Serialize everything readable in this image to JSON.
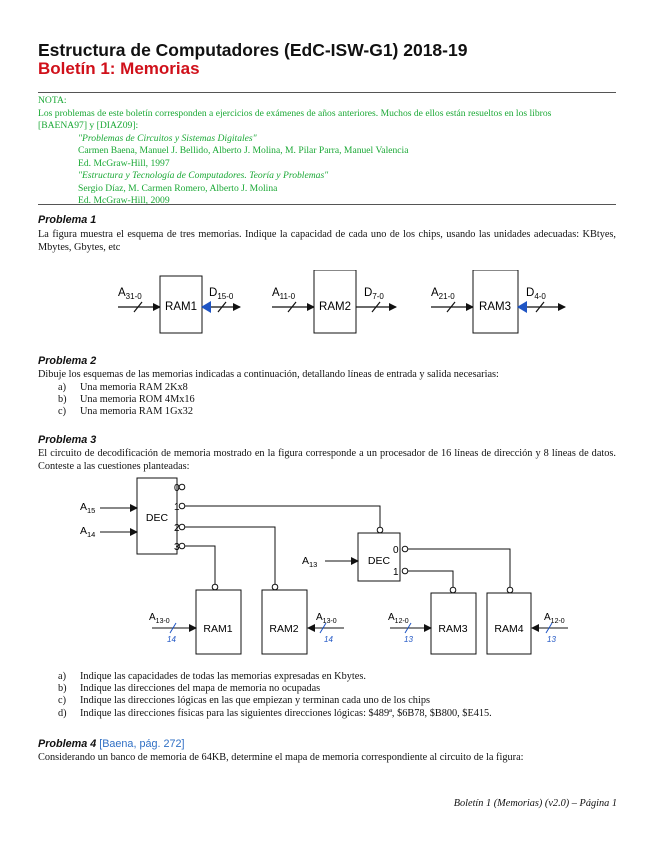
{
  "header": {
    "title": "Estructura de Computadores (EdC-ISW-G1) 2018-19",
    "subtitle": "Boletín 1: Memorias"
  },
  "note": {
    "label": "NOTA:",
    "line1": "Los problemas de este boletín corresponden a ejercicios de exámenes de años anteriores. Muchos de ellos están resueltos en los libros",
    "line2": "[BAENA97] y [DIAZ09]:",
    "book1_title": "\"Problemas de Circuitos y Sistemas Digitales\"",
    "book1_authors": "Carmen Baena, Manuel J. Bellido, Alberto J. Molina, M. Pilar Parra, Manuel Valencia",
    "book1_publisher": "Ed. McGraw-Hill, 1997",
    "book2_title": "\"Estructura y Tecnología de Computadores. Teoría y Problemas\"",
    "book2_authors": "Sergio Díaz, M. Carmen Romero, Alberto J. Molina",
    "book2_publisher": "Ed. McGraw-Hill, 2009"
  },
  "p1": {
    "heading": "Problema 1",
    "text": "La figura muestra el esquema de tres memorias. Indique la capacidad de cada uno de los chips, usando las unidades adecuadas: KBtyes, Mbytes, Gbytes, etc",
    "chips": [
      {
        "addr": "A",
        "addr_sub": "31-0",
        "name": "RAM1",
        "data": "D",
        "data_sub": "15-0"
      },
      {
        "addr": "A",
        "addr_sub": "11-0",
        "name": "RAM2",
        "data": "D",
        "data_sub": "7-0"
      },
      {
        "addr": "A",
        "addr_sub": "21-0",
        "name": "RAM3",
        "data": "D",
        "data_sub": "4-0"
      }
    ]
  },
  "p2": {
    "heading": "Problema 2",
    "text": "Dibuje los esquemas de las memorias indicadas a continuación, detallando líneas de entrada y salida necesarias:",
    "items": [
      {
        "letter": "a)",
        "text": "Una memoria RAM 2Kx8"
      },
      {
        "letter": "b)",
        "text": "Una memoria ROM 4Mx16"
      },
      {
        "letter": "c)",
        "text": "Una memoria RAM 1Gx32"
      }
    ]
  },
  "p3": {
    "heading": "Problema 3",
    "text": "El circuito de decodificación de memoria mostrado en la figura corresponde a un procesador de 16 líneas de dirección y 8 líneas de datos. Conteste a las cuestiones planteadas:",
    "diagram": {
      "dec1": "DEC",
      "dec2": "DEC",
      "a15": "A",
      "a15_sub": "15",
      "a14": "A",
      "a14_sub": "14",
      "a13": "A",
      "a13_sub": "13",
      "out0": "0",
      "out1": "1",
      "out2": "2",
      "out3": "3",
      "dec2_out0": "0",
      "dec2_out1": "1",
      "ram1": "RAM1",
      "ram2": "RAM2",
      "ram3": "RAM3",
      "ram4": "RAM4",
      "bus1": "A",
      "bus1_sub": "13-0",
      "bus1_hand": "14",
      "bus2": "A",
      "bus2_sub": "13-0",
      "bus2_hand": "14",
      "bus3": "A",
      "bus3_sub": "12-0",
      "bus3_hand": "13",
      "bus4": "A",
      "bus4_sub": "12-0",
      "bus4_hand": "13"
    },
    "items": [
      {
        "letter": "a)",
        "text": "Indique las capacidades de todas las memorias expresadas en Kbytes."
      },
      {
        "letter": "b)",
        "text": "Indique las direcciones del mapa de memoria no ocupadas"
      },
      {
        "letter": "c)",
        "text": "Indique las direcciones lógicas en las que empiezan y terminan cada uno de los chips"
      },
      {
        "letter": "d)",
        "text": "Indique las direcciones físicas para las siguientes direcciones lógicas: $489ª, $6B78, $B800, $E415."
      }
    ]
  },
  "p4": {
    "heading": "Problema 4",
    "reference": "[Baena, pág. 272]",
    "text": "Considerando un banco de memoria de 64KB, determine el mapa de memoria correspondiente al circuito de la figura:"
  },
  "footer": "Boletín 1 (Memorias) (v2.0) – Página 1"
}
